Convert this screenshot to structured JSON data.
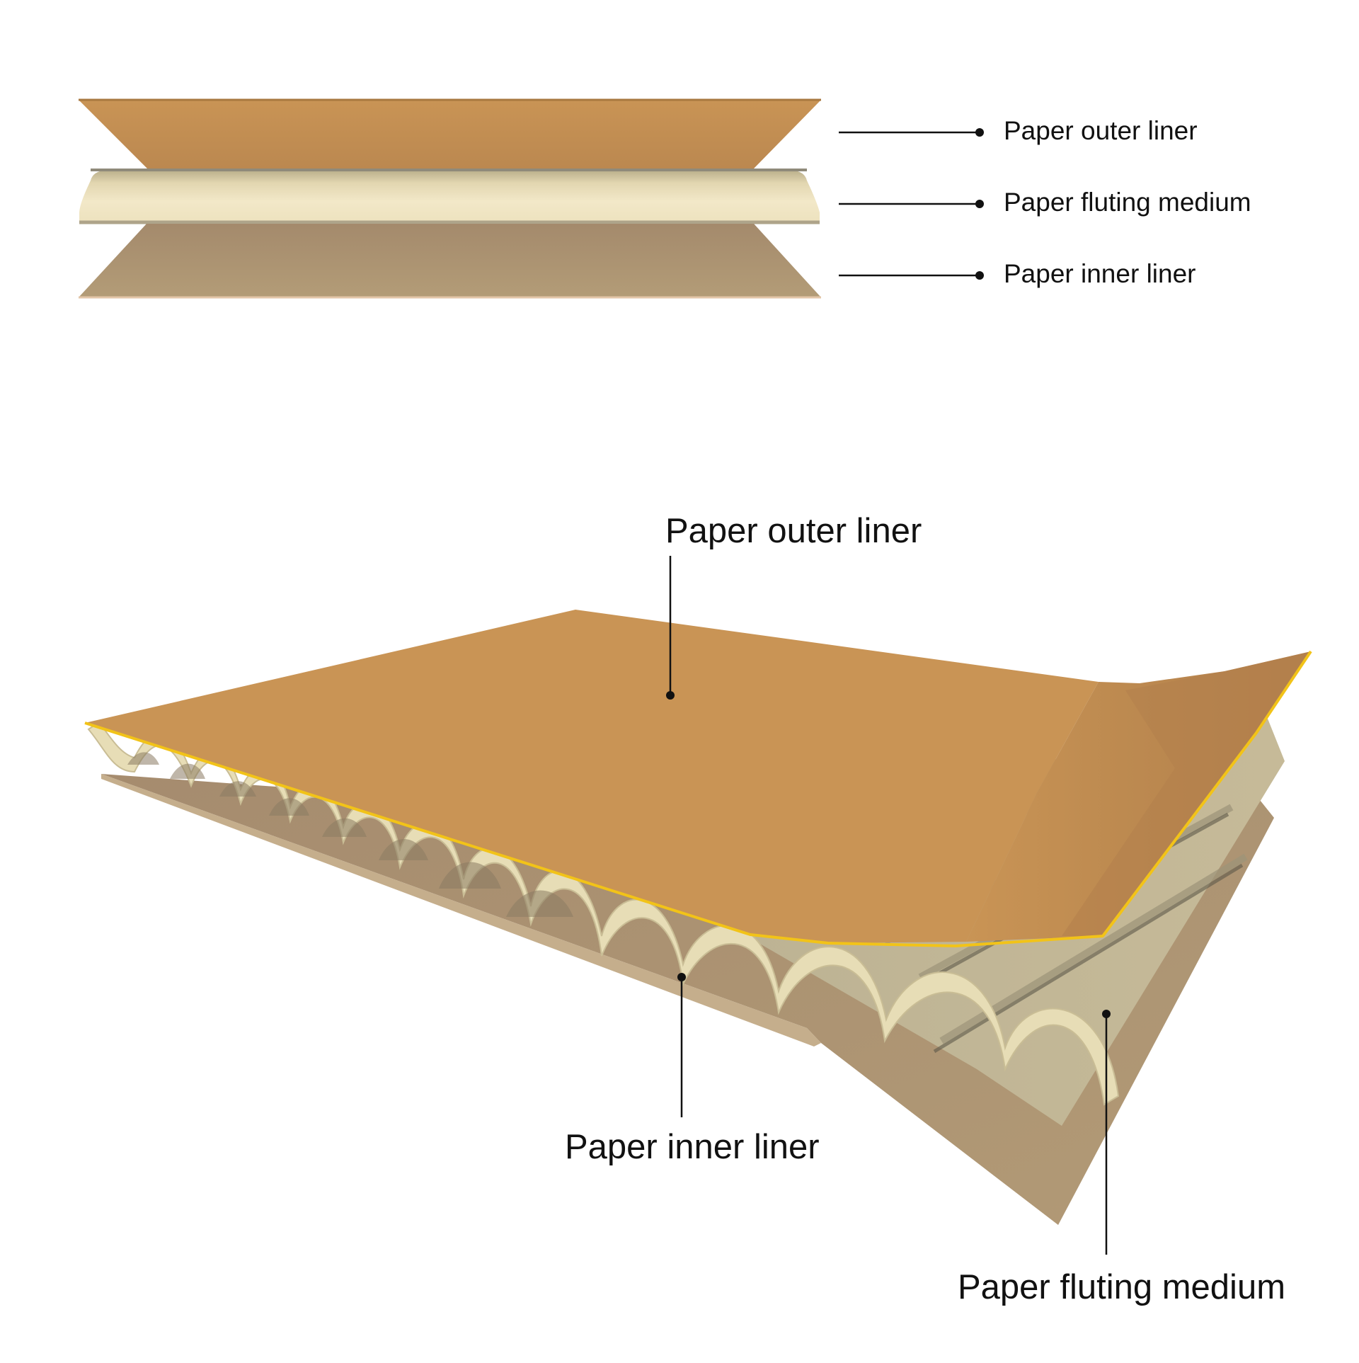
{
  "legend": {
    "outer": "Paper outer liner",
    "fluting": "Paper fluting medium",
    "inner": "Paper inner liner"
  },
  "callouts": {
    "outer": "Paper outer liner",
    "inner": "Paper inner liner",
    "fluting": "Paper fluting medium"
  },
  "colors": {
    "outer_liner": "#C99455",
    "outer_liner_shade": "#B8834D",
    "fluting_medium": "#F0E6C4",
    "fluting_medium_3d": "#C8BD98",
    "inner_liner": "#B09A76",
    "glue_edge": "#F2C318",
    "leader_line": "#111111"
  }
}
